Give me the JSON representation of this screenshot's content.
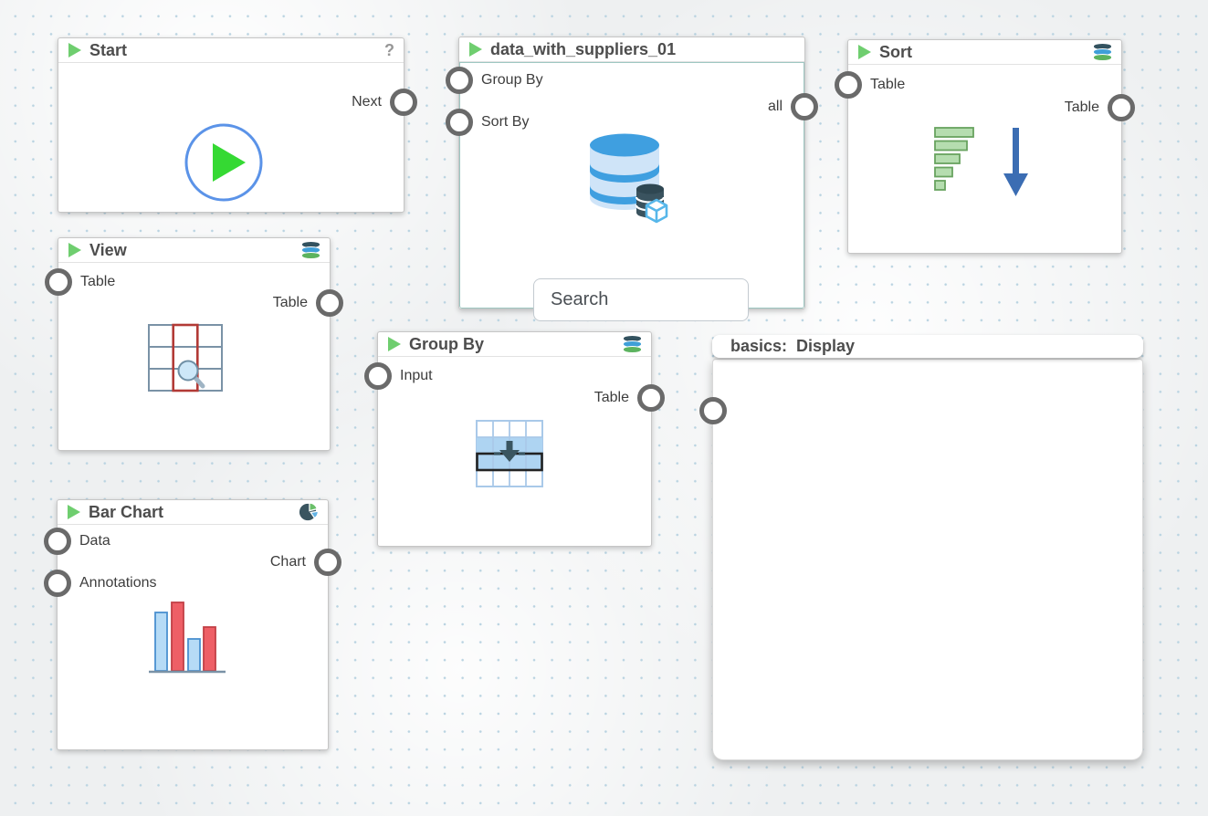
{
  "nodes": {
    "start": {
      "title": "Start",
      "help": "?",
      "out_label": "Next"
    },
    "dataset": {
      "title": "data_with_suppliers_01",
      "in1": "Group By",
      "in2": "Sort By",
      "out_label": "all",
      "search_placeholder": "Search"
    },
    "sort": {
      "title": "Sort",
      "in1": "Table",
      "out_label": "Table"
    },
    "view": {
      "title": "View",
      "in1": "Table",
      "out_label": "Table"
    },
    "group": {
      "title": "Group By",
      "in1": "Input",
      "out_label": "Table"
    },
    "barchart": {
      "title": "Bar Chart",
      "in1": "Data",
      "in2": "Annotations",
      "out_label": "Chart"
    },
    "display": {
      "title": "basics:  Display"
    }
  },
  "icons": {
    "header_run": "play-triangle",
    "start_run": "play-circle-button",
    "dataset_preview": "database-with-cube",
    "table_tool_badge": "database-stack",
    "chart_tool_badge": "pie-chart",
    "sort_preview": "sorted-bars-down-arrow",
    "view_preview": "table-column-magnifier",
    "group_preview": "table-merge-rows-arrow",
    "barchart_preview": "bar-chart"
  },
  "colors": {
    "canvas_dot": "#b9d3e1",
    "node_border": "#c6c6c6",
    "selected_body_border": "#9ec7c2",
    "port_stroke": "#6a6a6a",
    "header_play_green": "#6fce6f",
    "run_play_green": "#35d933",
    "run_circle_blue": "#5b93e8",
    "db_blue": "#3f9fe0",
    "db_light_blue": "#cfe4f8",
    "db_dark": "#3a535f",
    "cube_blue": "#57b7ea",
    "sort_bar_green": "#b5ddaf",
    "sort_arrow_blue": "#3b6db3",
    "view_grid_gray": "#7a92a6",
    "view_highlight_red": "#b23a36",
    "group_fill_blue": "#aed4f2",
    "bar_blue": "#b6dbf6",
    "bar_red": "#ee5f66"
  }
}
